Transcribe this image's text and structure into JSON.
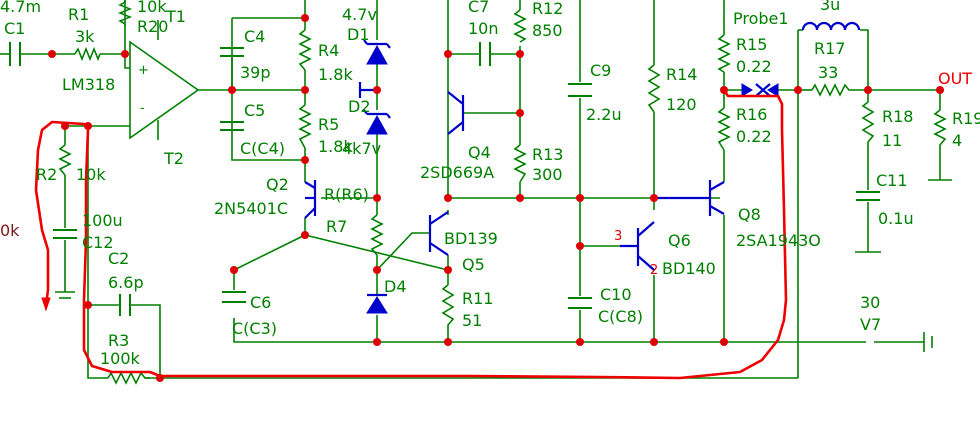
{
  "labels": {
    "r_top_val": "4.7m",
    "c1": "C1",
    "r1": "R1",
    "r1_val": "3k",
    "r20_val": "10k",
    "r20": "R20",
    "t1": "T1",
    "t2": "T2",
    "lm318": "LM318",
    "c4": "C4",
    "c4_val": "39p",
    "c5": "C5",
    "c5_val": "C(C4)",
    "r4": "R4",
    "r4_val": "1.8k",
    "r5": "R5",
    "r5_val": "1.8k",
    "d1_val": "4.7v",
    "d1": "D1",
    "d2": "D2",
    "d2_val": "4k7v",
    "c7": "C7",
    "c7_val": "10n",
    "r12": "R12",
    "r12_val": "850",
    "q4": "Q4",
    "q4_type": "2SD669A",
    "r13": "R13",
    "r13_val": "300",
    "c9": "C9",
    "c9_val": "2.2u",
    "r14": "R14",
    "r14_val": "120",
    "probe1": "Probe1",
    "r15": "R15",
    "r15_val": "0.22",
    "r16": "R16",
    "r16_val": "0.22",
    "l_val": "3u",
    "r17": "R17",
    "r17_val": "33",
    "out": "OUT",
    "r18": "R18",
    "r18_val": "11",
    "r19": "R19",
    "r19_val": "4",
    "c11": "C11",
    "c11_val": "0.1u",
    "q2": "Q2",
    "q2_type": "2N5401C",
    "r6": "R(R6)",
    "r7": "R7",
    "q5_type": "BD139",
    "q5": "Q5",
    "q6": "Q6",
    "q6_type": "BD140",
    "q8": "Q8",
    "q8_type": "2SA1943O",
    "pin3": "3",
    "pin2": "2",
    "r2": "R2",
    "r2_val": "10k",
    "left_val": "0k",
    "c12_val": "100u",
    "c12": "C12",
    "c2": "C2",
    "c2_val": "6.6p",
    "c6": "C6",
    "c6_val": "C(C3)",
    "d4": "D4",
    "r11": "R11",
    "r11_val": "51",
    "c10": "C10",
    "c10_val": "C(C8)",
    "r3": "R3",
    "r3_val": "100k",
    "v7_val": "30",
    "v7": "V7",
    "plus": "+",
    "minus": "-"
  },
  "colors": {
    "wire": "#008000",
    "semiconductor": "#0000cc",
    "node": "#dd0000",
    "probe_trace": "#ee0000"
  }
}
